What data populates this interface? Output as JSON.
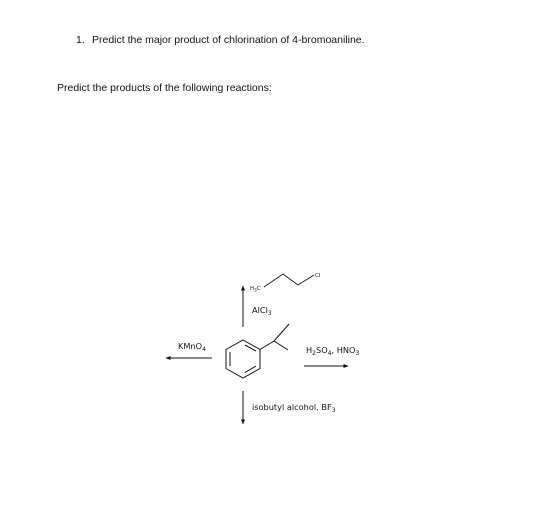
{
  "question1": {
    "number": "1.",
    "text": "Predict the major product of chlorination of 4-bromoaniline."
  },
  "question2": {
    "text": "Predict the products of the following reactions:"
  },
  "scheme": {
    "reagent_up_struct": {
      "h3c": "H",
      "h3c_sub": "3",
      "h3c_c": "C",
      "cl": "Cl"
    },
    "reagent_up_catalyst": {
      "base": "AlCl",
      "sub": "3"
    },
    "reagent_left": {
      "base": "KMnO",
      "sub": "4"
    },
    "reagent_right": {
      "p1": "H",
      "s1": "2",
      "p2": "SO",
      "s2": "4",
      "p3": ", HNO",
      "s3": "3"
    },
    "reagent_down": {
      "base": "isobutyl alcohol, BF",
      "sub": "3"
    }
  }
}
